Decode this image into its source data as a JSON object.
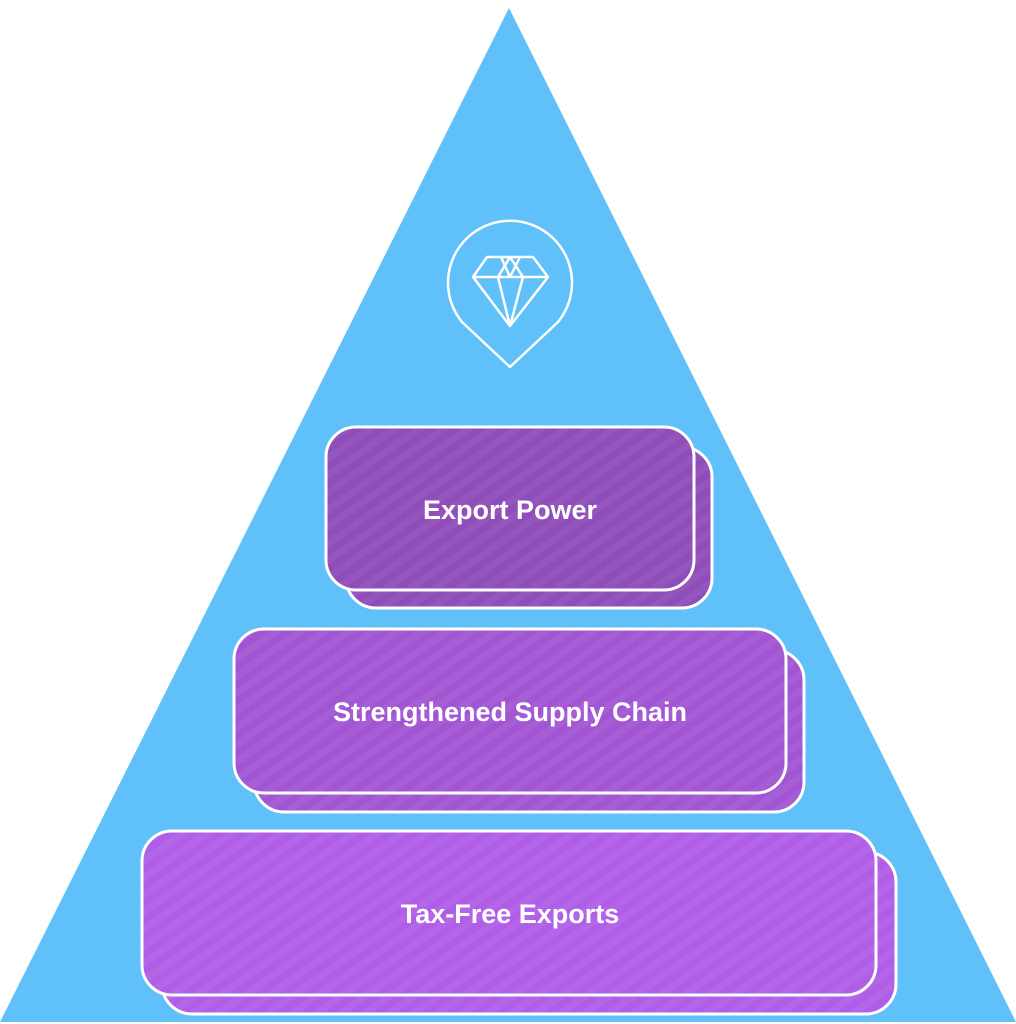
{
  "colors": {
    "pyramid": "#60c1fa",
    "tier_top": "#8e4db8",
    "tier_middle": "#a155d3",
    "tier_bottom": "#b05ee8",
    "stroke": "#ffffff"
  },
  "icon": "diamond-pin-icon",
  "tiers": [
    {
      "label": "Export Power"
    },
    {
      "label": "Strengthened Supply Chain"
    },
    {
      "label": "Tax-Free Exports"
    }
  ]
}
